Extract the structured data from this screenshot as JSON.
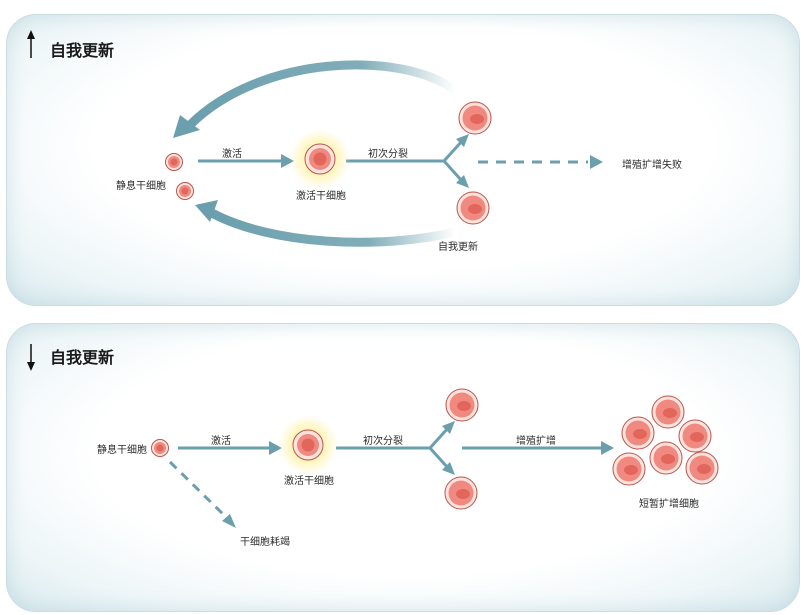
{
  "top_panel": {
    "title": "自我更新",
    "arrow_dir": "up",
    "labels": {
      "quiescent": "静息干细胞",
      "activate": "激活",
      "activated": "激活干细胞",
      "division": "初次分裂",
      "fail": "增殖扩增失败",
      "self_renewal": "自我更新"
    }
  },
  "bottom_panel": {
    "title": "自我更新",
    "arrow_dir": "down",
    "labels": {
      "quiescent": "静息干细胞",
      "activate": "激活",
      "activated": "激活干细胞",
      "division": "初次分裂",
      "proliferation": "增殖扩增",
      "short_cells": "短暂扩增细胞",
      "exhaustion": "干细胞耗竭"
    }
  },
  "colors": {
    "arrow": "#6b9fad",
    "cell_fill": "#f08a80",
    "cell_core": "#e2665c",
    "cell_ring": "#fde3dc",
    "cell_stroke": "#b8554e",
    "glow": "#fff1a0"
  }
}
